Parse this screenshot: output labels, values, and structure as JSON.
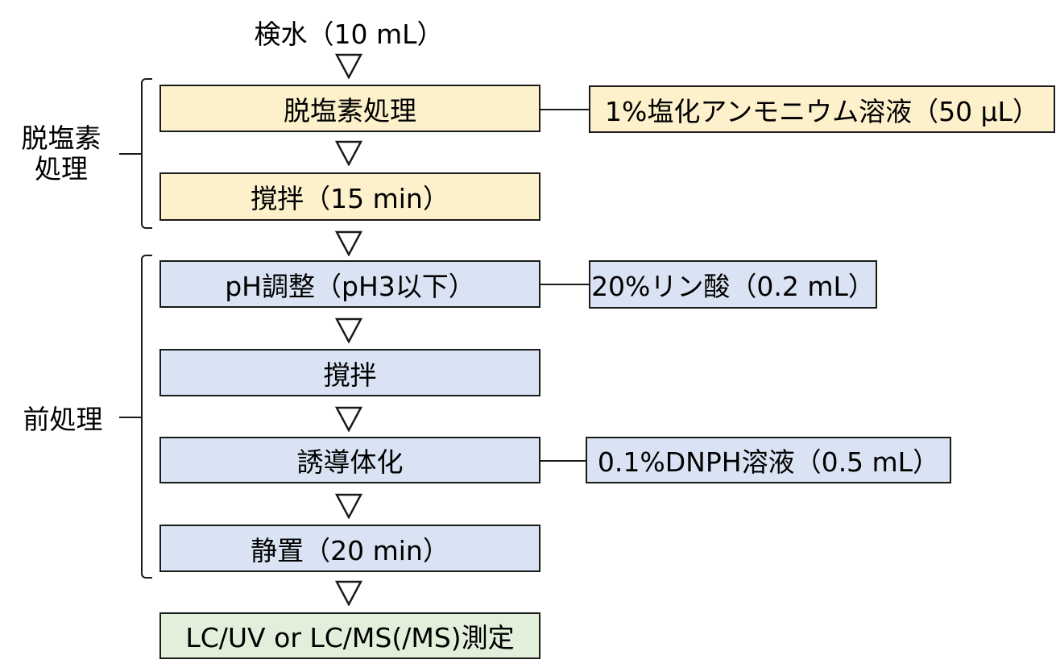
{
  "colors": {
    "dechlorination": "#fdf1cc",
    "pretreatment": "#dae3f3",
    "measurement": "#e2efda",
    "stroke": "#1a1a1a"
  },
  "sample": {
    "label": "検水（10 mL）"
  },
  "steps": {
    "dechlorination": {
      "label": "脱塩素処理"
    },
    "stir_15": {
      "label": "撹拌（15 min）"
    },
    "ph_adjust": {
      "label": "pH調整（pH3以下）"
    },
    "stir": {
      "label": "撹拌"
    },
    "derivatize": {
      "label": "誘導体化"
    },
    "stand": {
      "label": "静置（20 min）"
    },
    "measure": {
      "label": "LC/UV or LC/MS(/MS)測定"
    }
  },
  "reagents": {
    "ammonium_chloride": {
      "label": "1%塩化アンモニウム溶液（50 μL）"
    },
    "phosphoric_acid": {
      "label": "20%リン酸（0.2 mL）"
    },
    "dnph": {
      "label": "0.1%DNPH溶液（0.5 mL）"
    }
  },
  "groups": {
    "dechlorination": {
      "line1": "脱塩素",
      "line2": "処理"
    },
    "pretreatment": {
      "label": "前処理"
    }
  },
  "icons": {
    "arrow": "down-triangle-icon"
  }
}
